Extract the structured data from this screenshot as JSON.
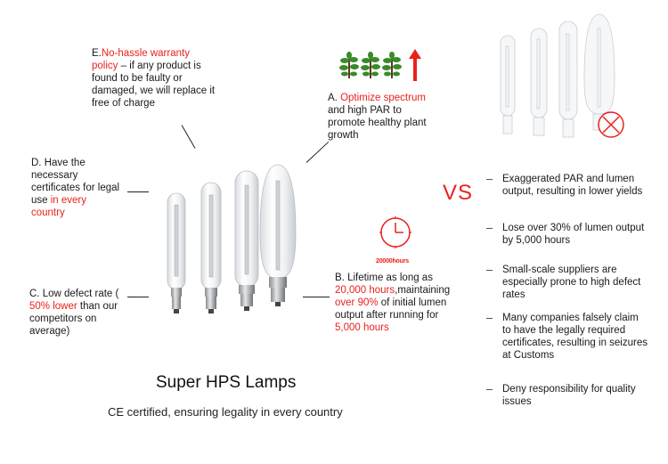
{
  "features": {
    "warranty": {
      "letter": "E.",
      "highlight": "No-hassle warranty policy",
      "rest": " – if any product is found to be faulty or damaged, we will replace it free of charge"
    },
    "certificates": {
      "letter": "D.",
      "text": " Have the necessary certificates for legal use ",
      "highlight": "in every country"
    },
    "defect": {
      "letter": "C.",
      "text_before": " Low defect rate ( ",
      "highlight": "50% lower",
      "text_after": " than our competitors on average)"
    },
    "spectrum": {
      "letter": "A.",
      "highlight": "Optimize spectrum",
      "rest": " and high PAR to promote healthy plant growth"
    },
    "lifetime": {
      "letter": "B.",
      "text1": " Lifetime as long as ",
      "highlight1": "20,000 hours",
      "text2": ",maintaining ",
      "highlight2": "over 90%",
      "text3": " of initial lumen output after running for ",
      "highlight3": "5,000 hours"
    }
  },
  "clock_label": "20000hours",
  "title": "Super HPS Lamps",
  "subtitle": "CE certified, ensuring legality in every country",
  "vs_label": "VS",
  "competitor_points": [
    "Exaggerated PAR and lumen output, resulting in lower yields",
    "Lose over 30% of lumen output by 5,000 hours",
    "Small-scale suppliers are especially prone to high defect rates",
    "Many companies falsely claim to have the legally required certificates, resulting in seizures at Customs",
    "Deny responsibility for quality issues"
  ],
  "colors": {
    "accent_red": "#e8211d",
    "text": "#1a1a1a",
    "plant_green": "#3a8a2a",
    "glass": "#eef0f2"
  },
  "icons": [
    "plant-icon",
    "up-arrow-icon",
    "clock-icon",
    "prohibited-icon",
    "hps-lamp-icon"
  ]
}
